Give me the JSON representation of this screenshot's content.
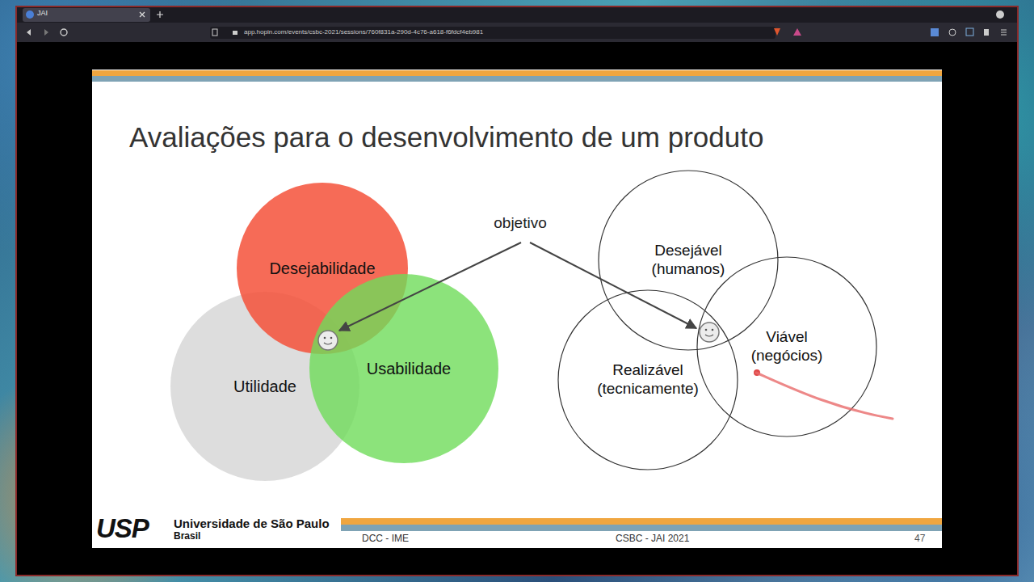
{
  "diagram": {
    "title": "Avaliações para o desenvolvimento de um produto",
    "nodes": [
      {
        "text": [
          "Desejabilidade"
        ]
      },
      {
        "text": [
          "Utilidade"
        ]
      },
      {
        "text": [
          "Usabilidade"
        ]
      },
      {
        "text": [
          "Desejável (humanos)"
        ]
      },
      {
        "text": [
          "Viável (negócios)"
        ]
      },
      {
        "text": [
          "Realizável (tecnicamente)"
        ]
      }
    ],
    "labels": [
      "JAI",
      "app.hopin.com/events/csbc-2021/sessions/760f831a-290d-4c76-a618-f6fdcf4eb981",
      "objetivo",
      "USP",
      "Universidade de São Paulo",
      "Brasil",
      "DCC - IME",
      "CSBC - JAI 2021",
      "47"
    ]
  }
}
